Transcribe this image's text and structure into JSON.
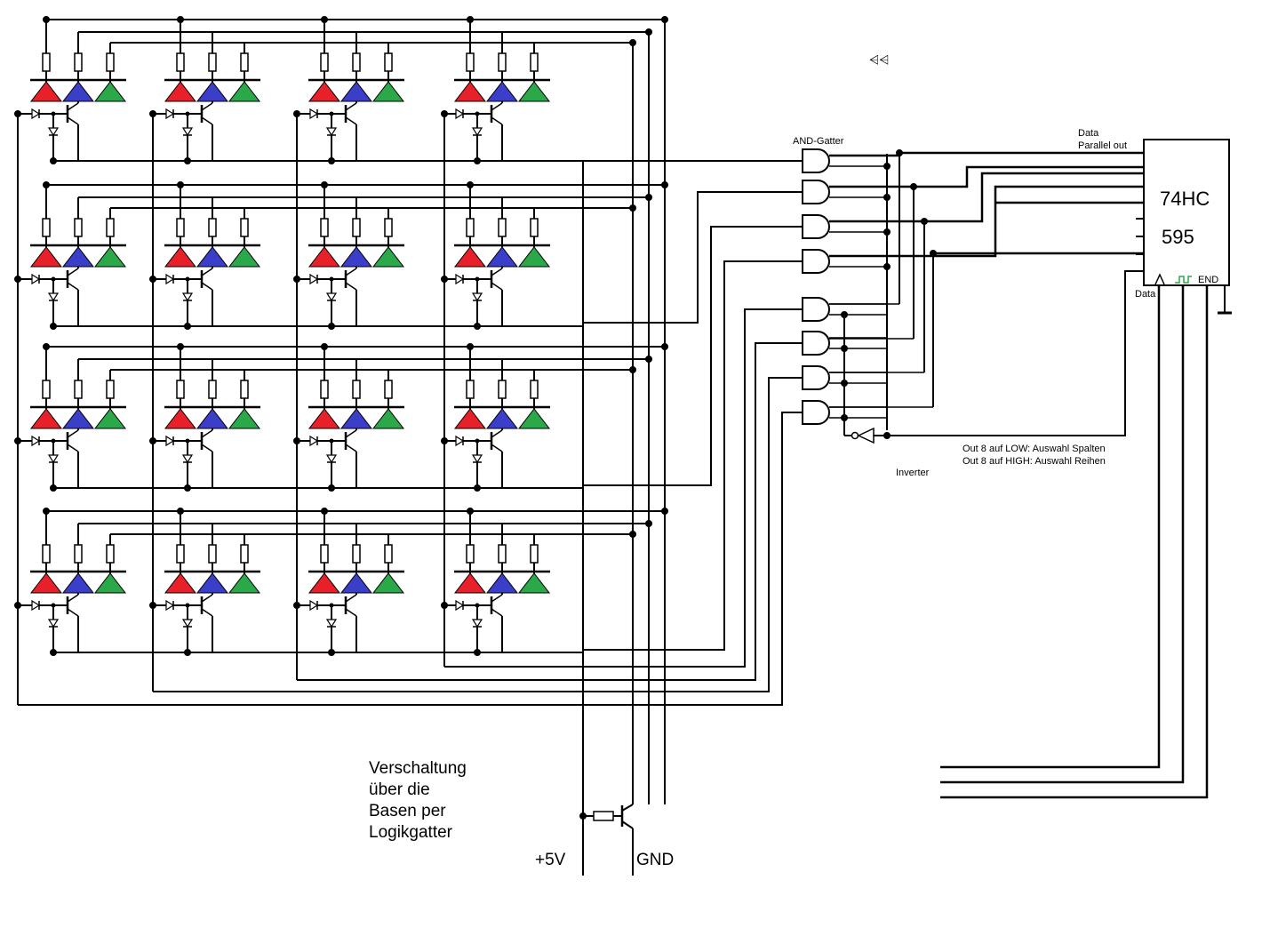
{
  "labels": {
    "and_gates": "AND-Gatter",
    "inverter": "Inverter",
    "data_parallel_1": "Data",
    "data_parallel_2": "Parallel out",
    "chip_line1": "74HC",
    "chip_line2": "595",
    "chip_data_in": "Data",
    "chip_end": "END",
    "note_low": "Out 8 auf LOW: Auswahl Spalten",
    "note_high": "Out 8 auf HIGH: Auswahl Reihen",
    "description": [
      "Verschaltung",
      "über die",
      "Basen per",
      "Logikgatter"
    ],
    "supply": "+5V",
    "ground": "GND"
  },
  "colors": {
    "wire": "#000000",
    "led_red": "#e8202a",
    "led_blue": "#3a3ec8",
    "led_green": "#2aa84a"
  }
}
